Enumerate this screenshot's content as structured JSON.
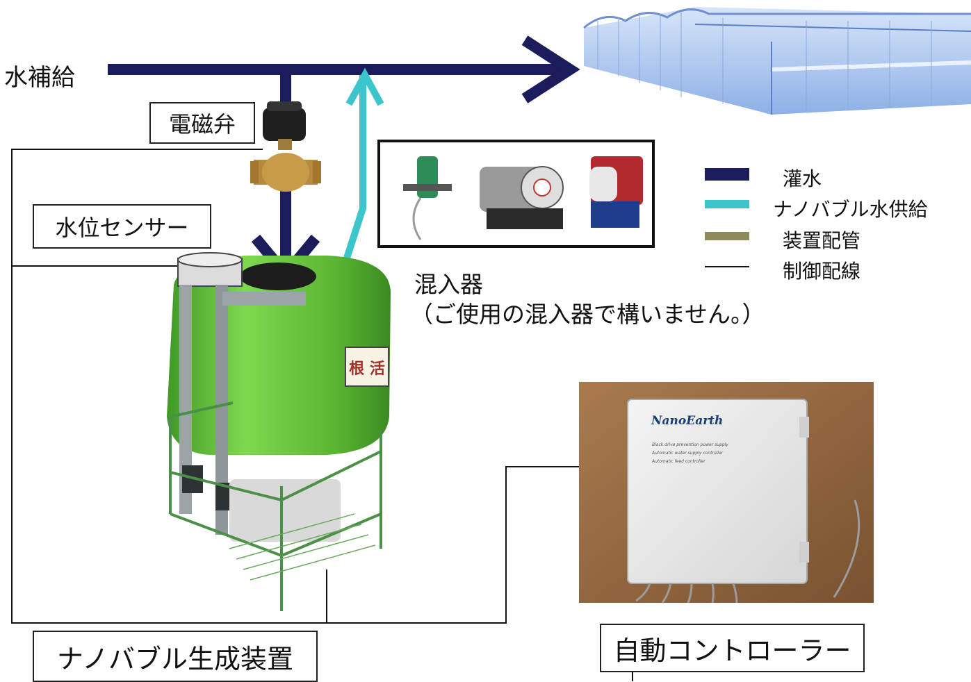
{
  "labels": {
    "water_supply": "水補給",
    "solenoid_valve": "電磁弁",
    "water_level_sensor": "水位センサー",
    "mixer_title": "混入器",
    "mixer_note": "（ご使用の混入器で構いません。）",
    "nanobubble_generator": "ナノバブル生成装置",
    "auto_controller": "自動コントローラー"
  },
  "legend": [
    {
      "label": "灌水",
      "color": "#1b1c5c",
      "style": "thick"
    },
    {
      "label": "ナノバブル水供給",
      "color": "#3cc6cc",
      "style": "thick"
    },
    {
      "label": "装置配管",
      "color": "#8f8a5a",
      "style": "thick"
    },
    {
      "label": "制御配線",
      "color": "#111111",
      "style": "thin"
    }
  ],
  "controller_panel": {
    "brand": "NanoEarth",
    "lines": [
      "Black drive prevention power supply",
      "Automatic water supply controller",
      "Automatic feed controller"
    ]
  },
  "tank_sticker": "根 活",
  "colors": {
    "irrigation": "#1b1c5c",
    "nanobubble": "#3cc6cc",
    "wiring": "#111111",
    "tank": "#6cc03c"
  }
}
